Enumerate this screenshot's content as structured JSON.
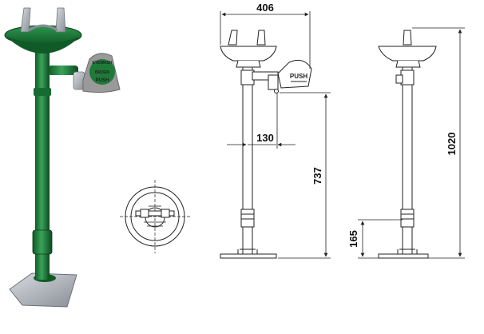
{
  "dimensions": {
    "width_label": "406",
    "offset_label": "130",
    "outlet_height_label": "737",
    "total_height_label": "1020",
    "foot_height_label": "165"
  },
  "panels": {
    "push_label": "PUSH",
    "photo_sign_label": "PUSH",
    "photo_brand_label": "BROEN",
    "photo_sign_top_label": "EYEWASH"
  },
  "colors": {
    "body_green": "#1f7a3a",
    "body_green_dark": "#0f5a26",
    "metal": "#b8bcc2",
    "line": "#222222",
    "sign_gray": "#9a9a9a"
  }
}
